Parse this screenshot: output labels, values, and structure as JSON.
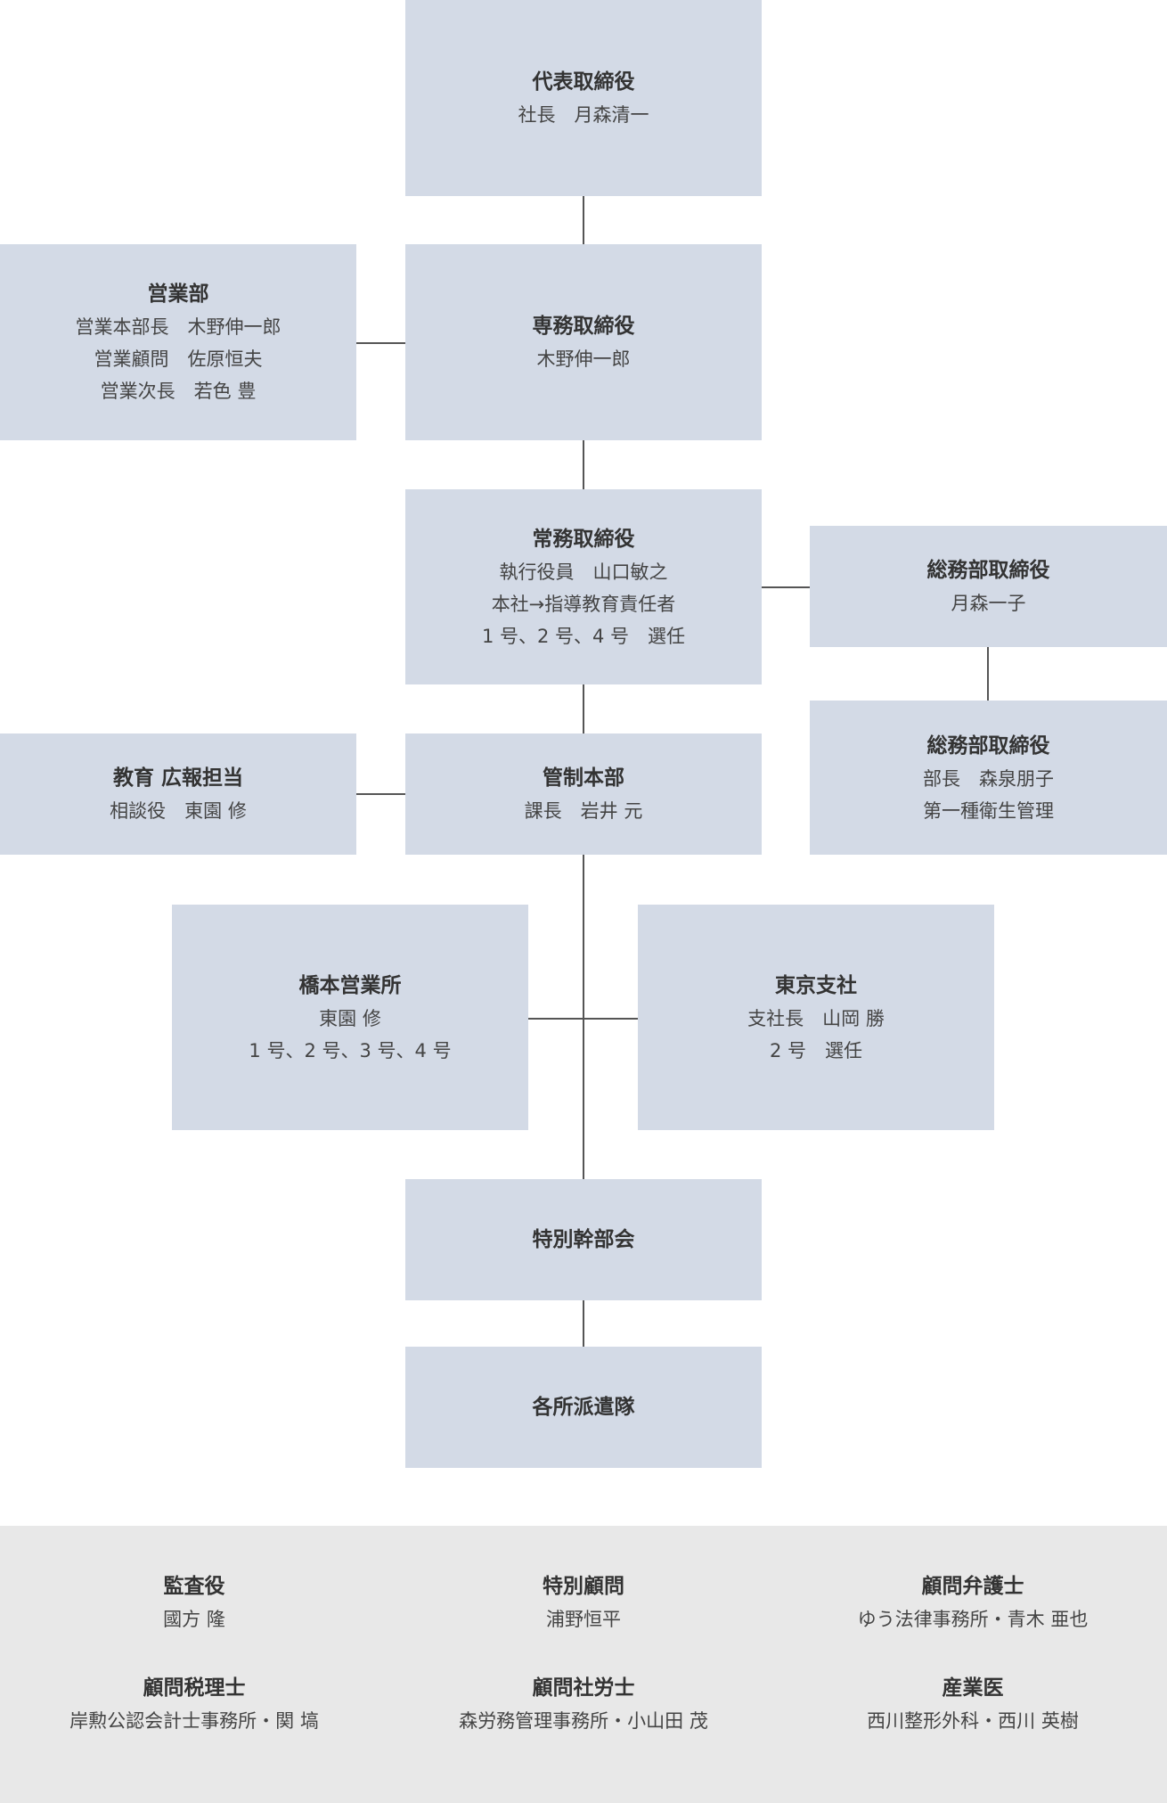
{
  "nodes": {
    "ceo": {
      "title": "代表取締役",
      "lines": [
        "社長　月森清一"
      ]
    },
    "senior_md": {
      "title": "専務取締役",
      "lines": [
        "木野伸一郎"
      ]
    },
    "sales": {
      "title": "営業部",
      "lines": [
        "営業本部長　木野伸一郎",
        "営業顧問　佐原恒夫",
        "営業次長　若色 豊"
      ]
    },
    "md": {
      "title": "常務取締役",
      "lines": [
        "執行役員　山口敏之",
        "本社→指導教育責任者",
        "1 号、2 号、4 号　選任"
      ]
    },
    "ga_director": {
      "title": "総務部取締役",
      "lines": [
        "月森一子"
      ]
    },
    "ga_director2": {
      "title": "総務部取締役",
      "lines": [
        "部長　森泉朋子",
        "第一種衛生管理"
      ]
    },
    "control_hq": {
      "title": "管制本部",
      "lines": [
        "課長　岩井 元"
      ]
    },
    "education_pr": {
      "title": "教育 広報担当",
      "lines": [
        "相談役　東園 修"
      ]
    },
    "hashimoto": {
      "title": "橋本営業所",
      "lines": [
        "東園 修",
        "1 号、2 号、3 号、4 号"
      ]
    },
    "tokyo": {
      "title": "東京支社",
      "lines": [
        "支社長　山岡 勝",
        "2 号　選任"
      ]
    },
    "special_exec": {
      "title": "特別幹部会",
      "lines": []
    },
    "dispatch": {
      "title": "各所派遣隊",
      "lines": []
    }
  },
  "footer": {
    "items": [
      {
        "title": "監査役",
        "name": "國方 隆"
      },
      {
        "title": "特別顧問",
        "name": "浦野恒平"
      },
      {
        "title": "顧問弁護士",
        "name": "ゆう法律事務所・青木 亜也"
      },
      {
        "title": "顧問税理士",
        "name": "岸勲公認会計士事務所・関 塙"
      },
      {
        "title": "顧問社労士",
        "name": "森労務管理事務所・小山田 茂"
      },
      {
        "title": "産業医",
        "name": "西川整形外科・西川 英樹"
      }
    ]
  },
  "colors": {
    "box_fill": "#d3dae6",
    "connector": "#555555",
    "footer_bg": "#e8e8e8"
  }
}
